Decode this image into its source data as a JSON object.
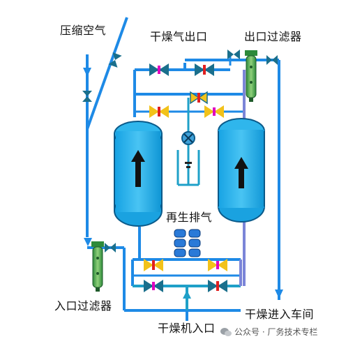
{
  "labels": {
    "compressed_air": "压缩空气",
    "dry_gas_outlet": "干燥气出口",
    "outlet_filter": "出口过滤器",
    "regeneration_exhaust": "再生排气",
    "inlet_filter": "入口过滤器",
    "dryer_inlet": "干燥机入口",
    "dry_to_workshop": "干燥进入车间"
  },
  "watermark": {
    "text": "公众号 · 厂务技术专栏",
    "icon": "wechat-icon"
  },
  "colors": {
    "pipe_main": "#1e8ae6",
    "pipe_light": "#6fb4f0",
    "pipe_purple": "#7b85d8",
    "pipe_teal": "#1fa0c8",
    "vessel_fill": "#1ea8e6",
    "vessel_edge": "#0a5a8a",
    "valve_teal": "#1a6f8c",
    "valve_yellow": "#f2c21a",
    "valve_stem_red": "#e02020",
    "valve_stem_magenta": "#e000c0",
    "filter_green": "#3a9a3a"
  }
}
